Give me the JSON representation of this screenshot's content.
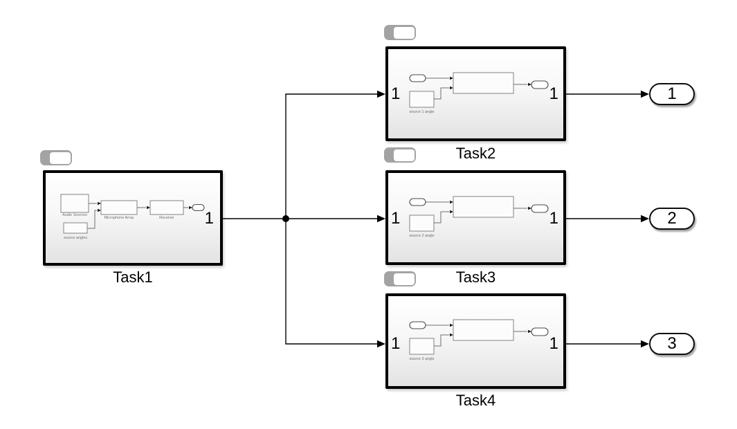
{
  "canvas": {
    "background": "#ffffff"
  },
  "colors": {
    "block_border": "#000000",
    "block_fill_top": "#ffffff",
    "block_fill_bottom": "#e3e3e3",
    "wire": "#000000",
    "preview_stroke": "#828282",
    "preview_text": "#6e6e6e",
    "badge_gray": "#a3a3a3"
  },
  "tasks": [
    {
      "name": "Task1",
      "out_port": "1",
      "preview": {
        "audio_sources_label": "Audio Sources",
        "source_angles_label": "source angles",
        "mic_array_label": "Microphone Array",
        "receiver_label": "Receiver"
      }
    },
    {
      "name": "Task2",
      "in_port": "1",
      "out_port": "1",
      "preview": {
        "source_label": "source 1 angle"
      }
    },
    {
      "name": "Task3",
      "in_port": "1",
      "out_port": "1",
      "preview": {
        "source_label": "source 2 angle"
      }
    },
    {
      "name": "Task4",
      "in_port": "1",
      "out_port": "1",
      "preview": {
        "source_label": "source 3 angle"
      }
    }
  ],
  "outports": [
    {
      "label": "1"
    },
    {
      "label": "2"
    },
    {
      "label": "3"
    }
  ]
}
